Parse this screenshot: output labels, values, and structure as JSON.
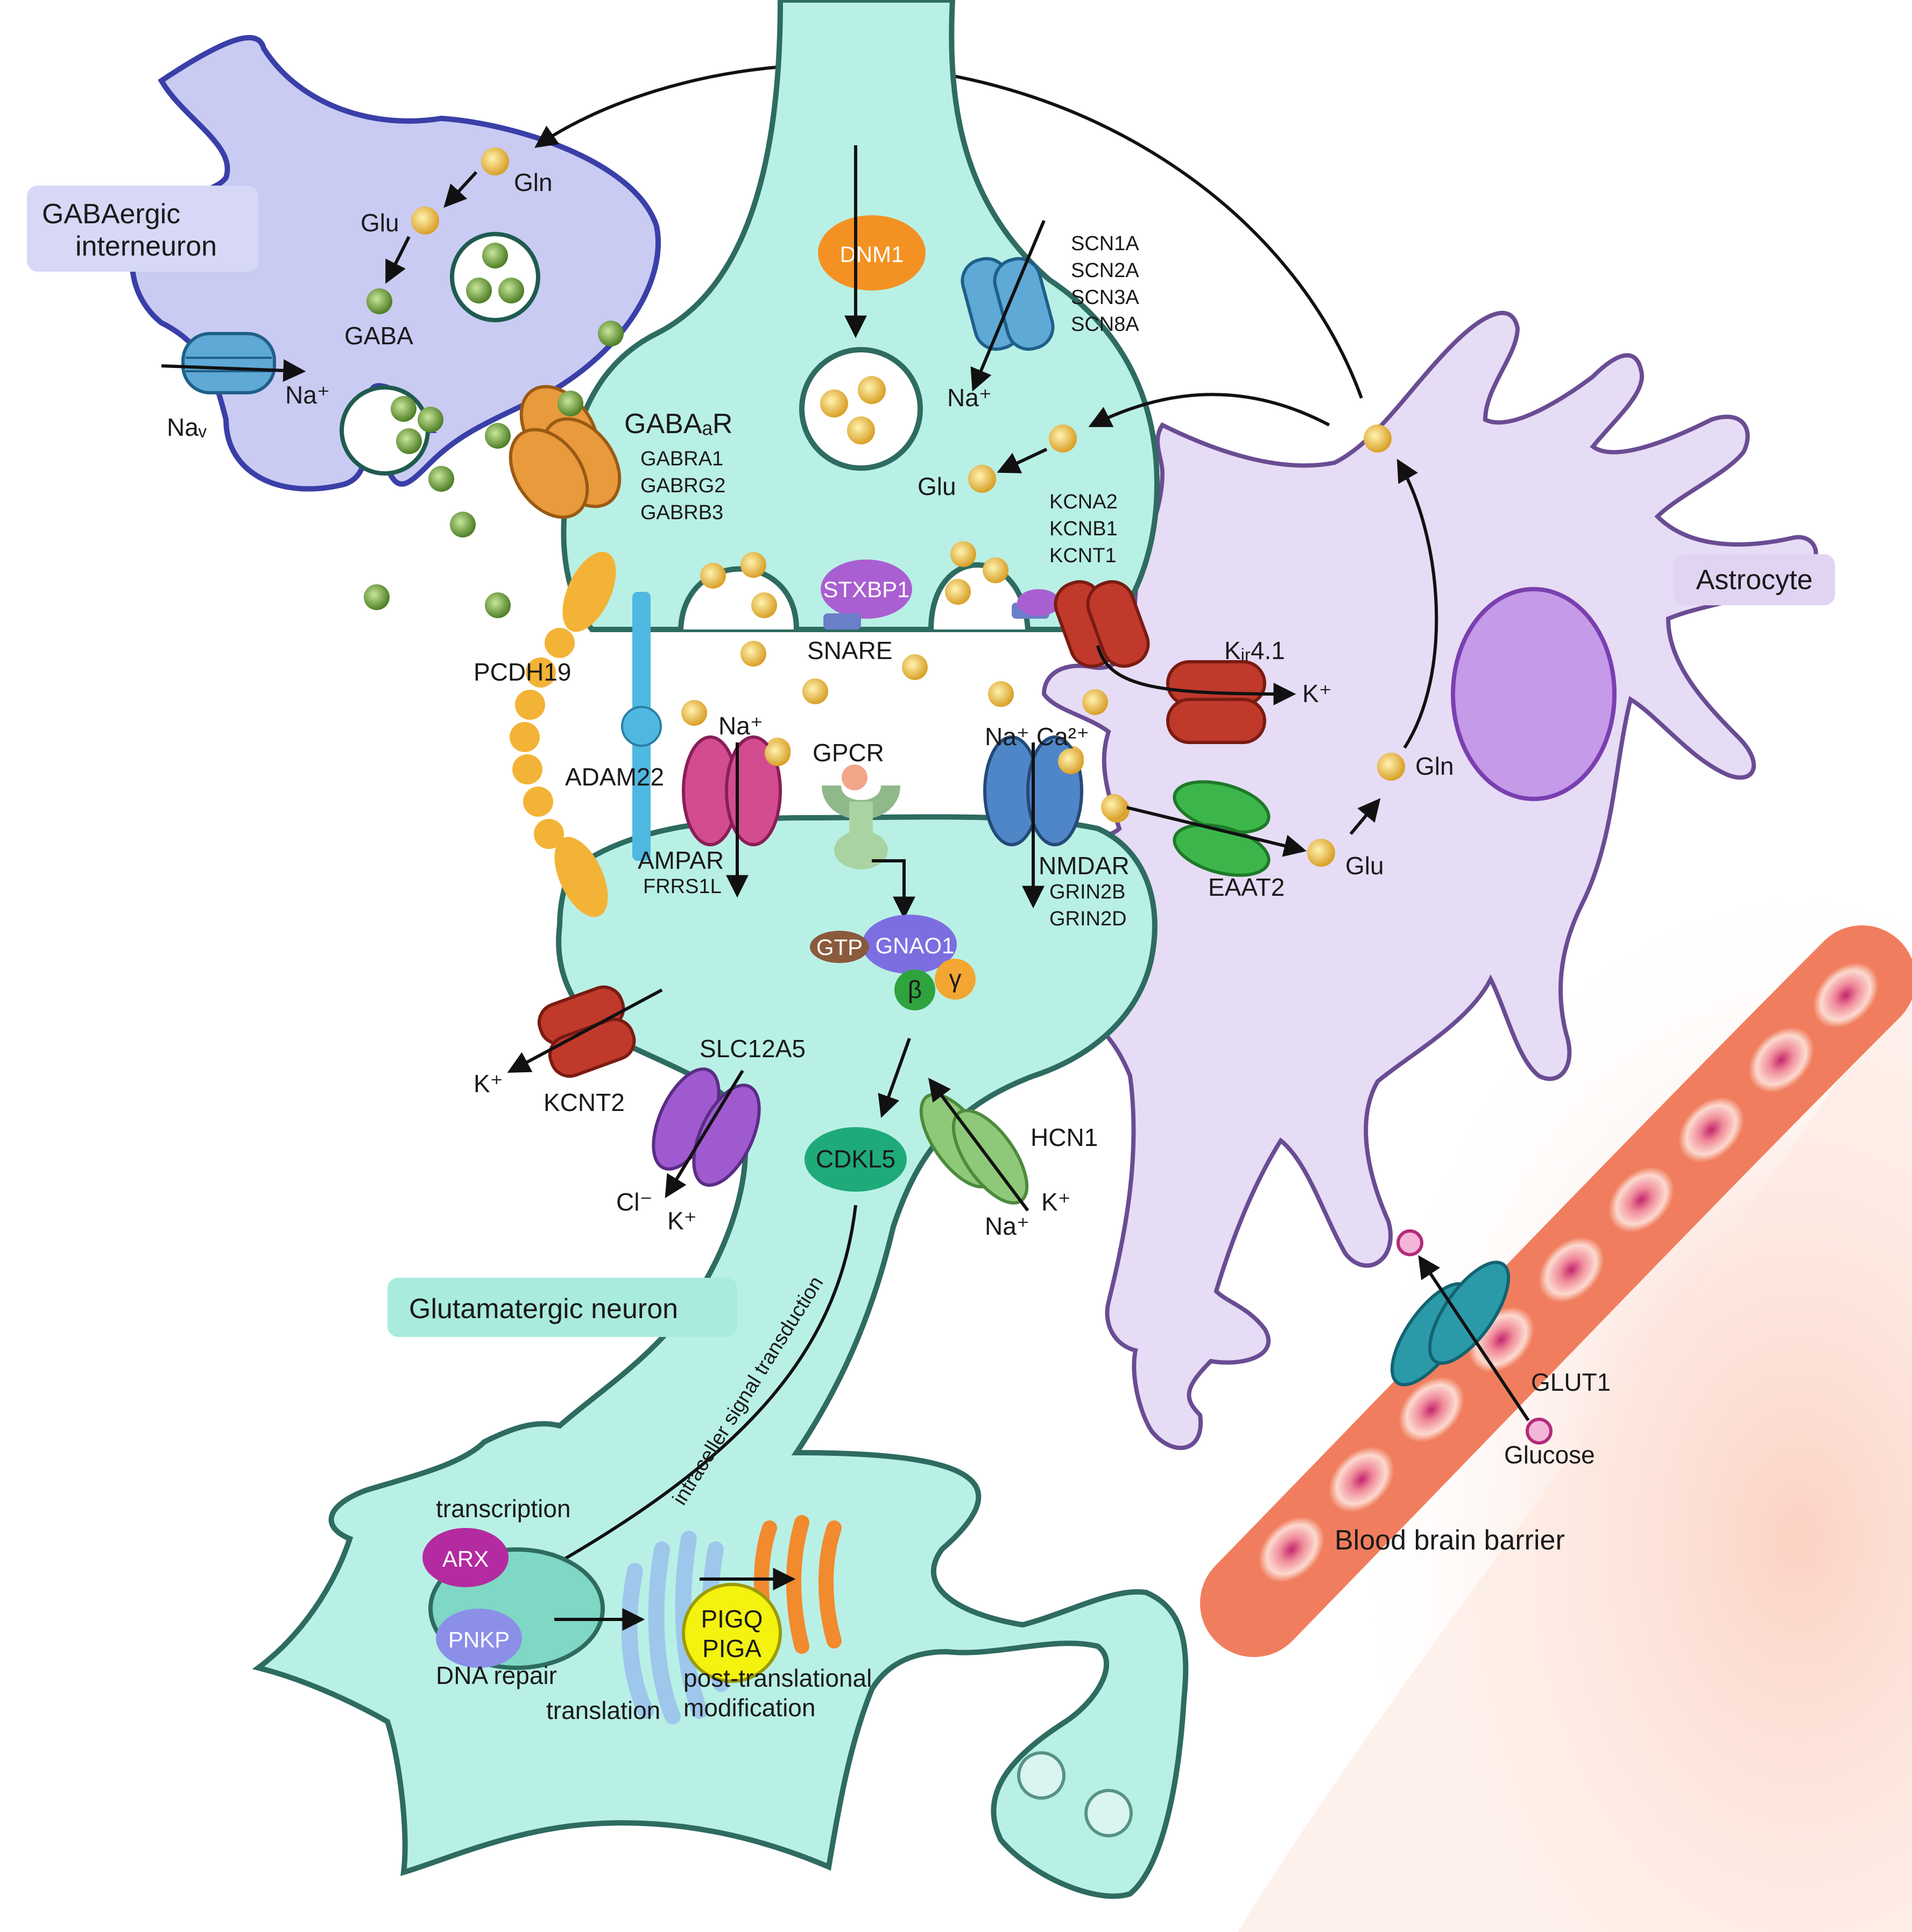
{
  "cells": {
    "gaba": "GABAergic",
    "gaba2": "interneuron",
    "glut": "Glutamatergic neuron",
    "astro": "Astrocyte",
    "bbb": "Blood brain barrier"
  },
  "gaba_terminal": {
    "gln": "Gln",
    "glu": "Glu",
    "gaba": "GABA",
    "na": "Na⁺",
    "nav": "Naᵥ"
  },
  "presyn": {
    "dnm1": "DNM1",
    "scn": [
      "SCN1A",
      "SCN2A",
      "SCN3A",
      "SCN8A"
    ],
    "na": "Na⁺",
    "glu": "Glu",
    "kcn": [
      "KCNA2",
      "KCNB1",
      "KCNT1"
    ],
    "stxbp1": "STXBP1",
    "snare": "SNARE",
    "gabaar": "GABAₐR",
    "gabaar_genes": [
      "GABRA1",
      "GABRG2",
      "GABRB3"
    ]
  },
  "cleft": {
    "pcdh19": "PCDH19",
    "adam22": "ADAM22",
    "na_left": "Na⁺",
    "gpcr": "GPCR",
    "na_ca": "Na⁺ Ca²⁺",
    "kir": "Kᵢᵣ4.1",
    "k_out": "K⁺"
  },
  "postsyn": {
    "ampar": "AMPAR",
    "frrs1l": "FRRS1L",
    "nmdar": "NMDAR",
    "grin": [
      "GRIN2B",
      "GRIN2D"
    ],
    "gtp": "GTP",
    "gnao1": "GNAO1",
    "beta": "β",
    "gamma": "γ",
    "kcnt2": "KCNT2",
    "k": "K⁺",
    "slc12a5": "SLC12A5",
    "cl": "Cl⁻",
    "k2": "K⁺",
    "cdkl5": "CDKL5",
    "hcn1": "HCN1",
    "k3": "K⁺",
    "na3": "Na⁺",
    "intracell": "intraceller signal transduction"
  },
  "astrocyte": {
    "eaat2": "EAAT2",
    "glu": "Glu",
    "gln": "Gln",
    "glut1": "GLUT1",
    "glucose": "Glucose"
  },
  "soma": {
    "transcription": "transcription",
    "arx": "ARX",
    "pnkp": "PNKP",
    "dna_repair": "DNA repair",
    "translation": "translation",
    "pigq": "PIGQ",
    "piga": "PIGA",
    "ptm1": "post-translational",
    "ptm2": "modification"
  },
  "colors": {
    "neuron": "#b9f0e6",
    "neuron_stroke": "#2e6b60",
    "gaba_cell": "#c9cbf3",
    "gaba_stroke": "#3a3fa8",
    "astro": "#e6dcf5",
    "astro_stroke": "#6a4c93",
    "glu_dot": "#e8b73a",
    "gaba_dot": "#6e9b3a",
    "vessel": "#f07e5e"
  }
}
